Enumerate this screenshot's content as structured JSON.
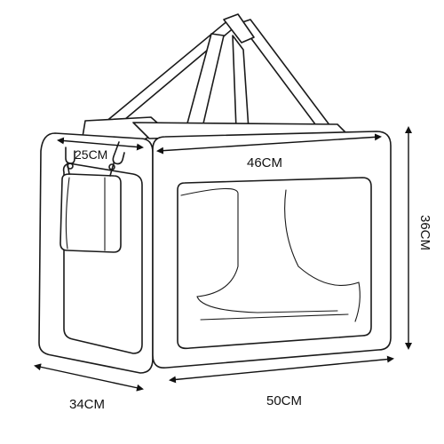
{
  "diagram": {
    "subject": "foldable pet carrier with shoulder strap and side pouch",
    "dimensions": {
      "top_depth": "25CM",
      "top_length": "46CM",
      "height": "36CM",
      "base_depth": "34CM",
      "base_length": "50CM"
    },
    "colors": {
      "outline": "#1a1a1a",
      "background": "#ffffff"
    }
  }
}
